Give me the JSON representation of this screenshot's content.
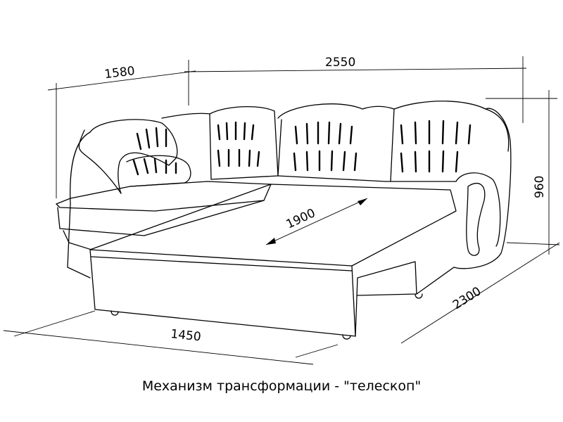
{
  "dimensions": {
    "side_depth": "1580",
    "total_length": "2550",
    "height": "960",
    "bed_length": "2300",
    "bed_width": "1450",
    "sleep_length": "1900"
  },
  "caption": "Механизм трансформации - \"телескоп\""
}
